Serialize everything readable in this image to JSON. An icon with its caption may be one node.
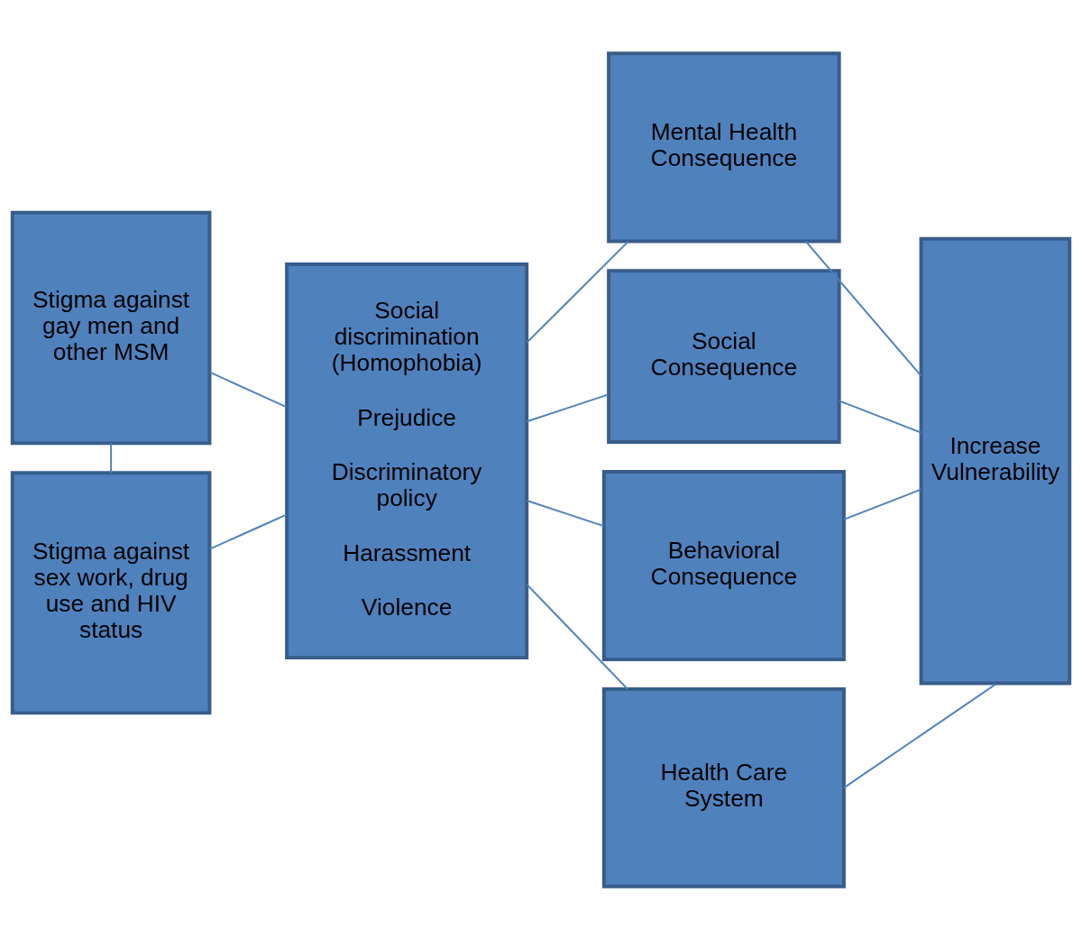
{
  "diagram": {
    "nodes": [
      {
        "text": [
          "Stigma against gay men and other MSM"
        ]
      },
      {
        "text": [
          "Stigma against sex work, drug use and HIV status"
        ]
      },
      {
        "text": [
          "Social discrimination (Homophobia)",
          "Prejudice",
          "Discriminatory policy",
          "Harassment",
          "Violence"
        ]
      },
      {
        "text": [
          "Mental Health Consequence"
        ]
      },
      {
        "text": [
          "Social Consequence"
        ]
      },
      {
        "text": [
          "Behavioral Consequence"
        ]
      },
      {
        "text": [
          "Health Care System"
        ]
      },
      {
        "text": [
          "Increase Vulnerability"
        ]
      }
    ],
    "edges": [
      {
        "from": 0,
        "to": 1,
        "arrow": "none"
      },
      {
        "from": 0,
        "to": 2,
        "arrow": "none"
      },
      {
        "from": 1,
        "to": 2,
        "arrow": "none"
      },
      {
        "from": 2,
        "to": 3,
        "arrow": "none"
      },
      {
        "from": 2,
        "to": 4,
        "arrow": "none"
      },
      {
        "from": 2,
        "to": 5,
        "arrow": "none"
      },
      {
        "from": 2,
        "to": 6,
        "arrow": "none"
      },
      {
        "from": 3,
        "to": 7,
        "arrow": "none"
      },
      {
        "from": 4,
        "to": 7,
        "arrow": "none"
      },
      {
        "from": 5,
        "to": 7,
        "arrow": "none"
      },
      {
        "from": 6,
        "to": 7,
        "arrow": "none"
      }
    ]
  }
}
